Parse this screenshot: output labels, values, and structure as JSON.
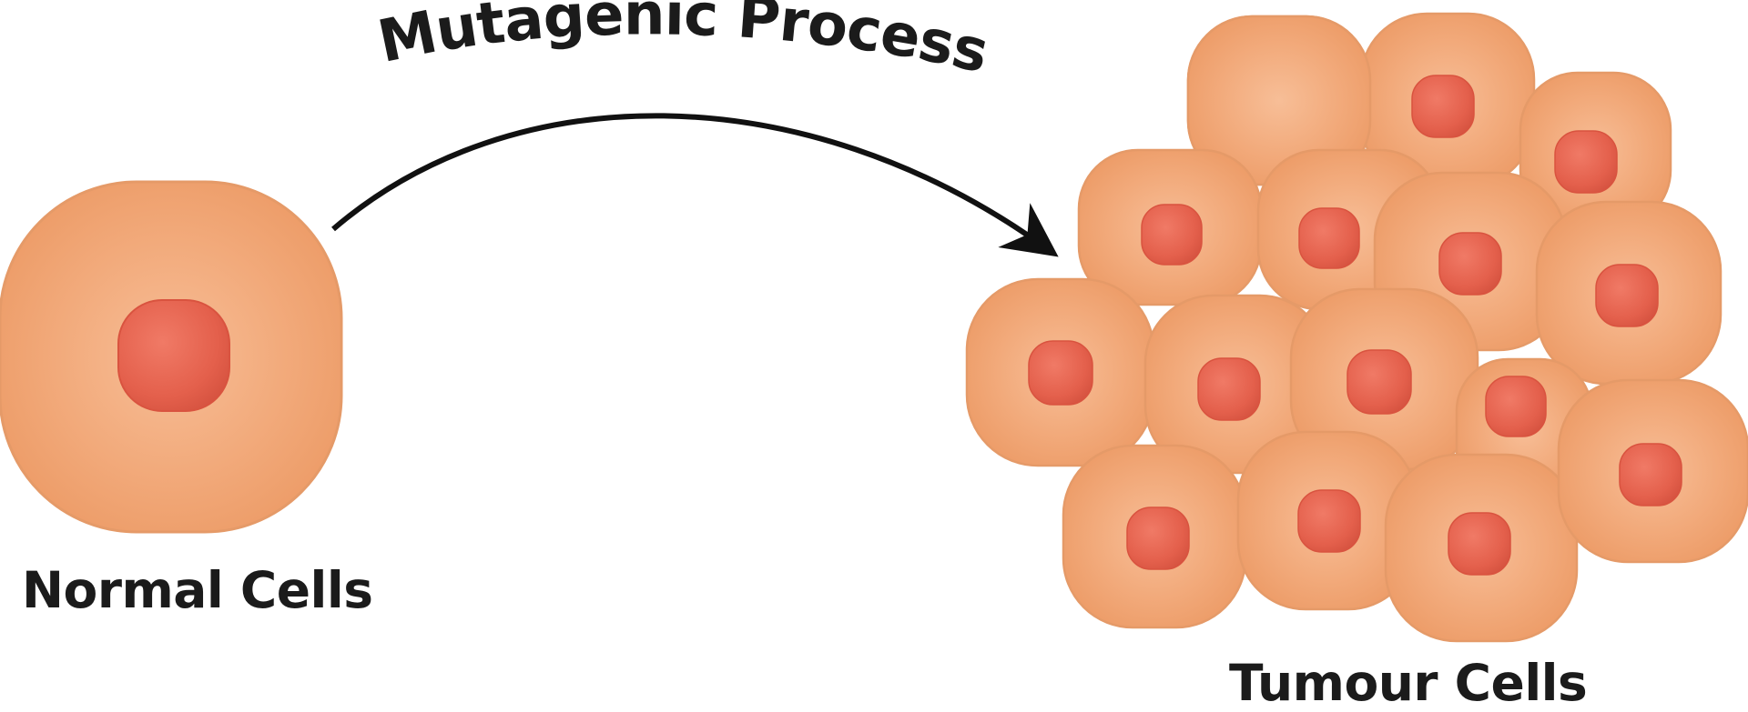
{
  "labels": {
    "process": "Mutagenic Process",
    "normal": "Normal Cells",
    "tumour": "Tumour Cells"
  },
  "colors": {
    "cell_fill": "#F2A878",
    "cell_fill_light": "#F6B98F",
    "cell_edge": "#E59A68",
    "nucleus_fill": "#E6624F",
    "nucleus_edge": "#D9533F",
    "arrow": "#111111",
    "text": "#1b1b1b"
  },
  "icons": {
    "normal_cell": "single-cell-icon",
    "tumour_cluster": "cell-cluster-icon",
    "arrow": "curved-arrow-icon"
  }
}
